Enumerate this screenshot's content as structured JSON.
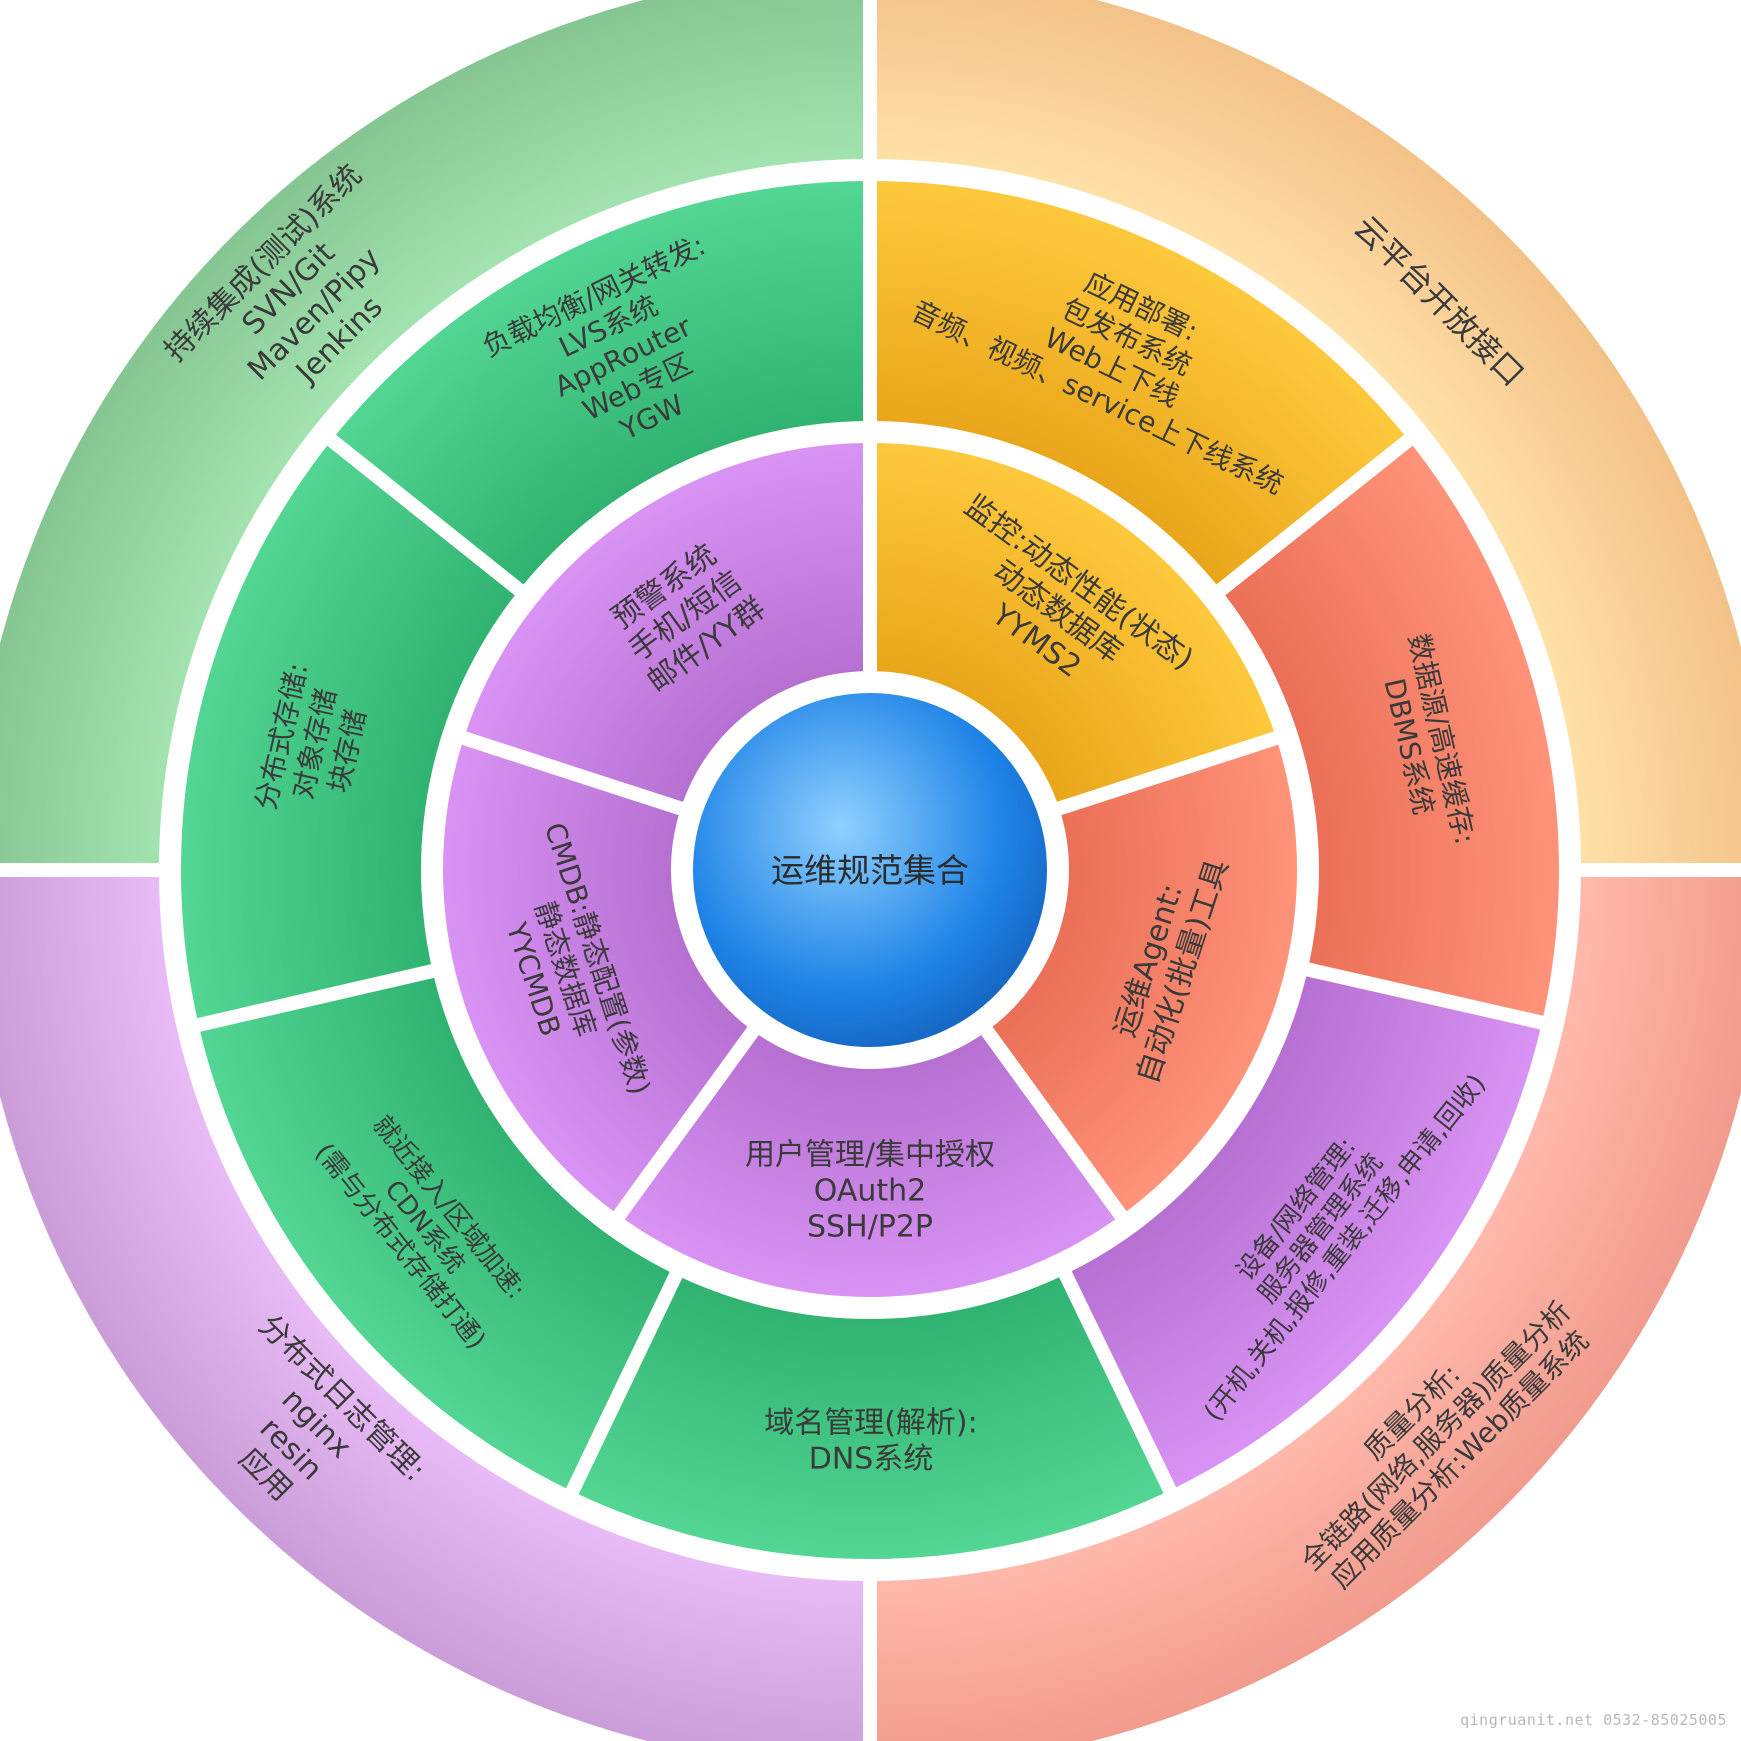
{
  "center": {
    "label": "运维规范集合",
    "color_light": "#8fd0ff",
    "color_dark": "#1e83e6"
  },
  "rings": [
    {
      "name": "inner",
      "segments": [
        {
          "id": "alert",
          "color": "#c57fe0",
          "lines": [
            "预警系统",
            "手机/短信",
            "邮件/YY群"
          ]
        },
        {
          "id": "monitor",
          "color": "#f8b529",
          "lines": [
            "监控:动态性能(状态)",
            "动态数据库",
            "YYMS2"
          ]
        },
        {
          "id": "agent",
          "color": "#f97f66",
          "lines": [
            "运维Agent:",
            "自动化(批量)工具"
          ]
        },
        {
          "id": "user-auth",
          "color": "#c57fe0",
          "lines": [
            "用户管理/集中授权",
            "OAuth2",
            "SSH/P2P"
          ]
        },
        {
          "id": "cmdb",
          "color": "#c57fe0",
          "lines": [
            "CMDB:静态配置(参数)",
            "静态数据库",
            "YYCMDB"
          ]
        }
      ]
    },
    {
      "name": "middle",
      "segments": [
        {
          "id": "load-balance",
          "color": "#3fc27f",
          "lines": [
            "负载均衡/网关转发:",
            "LVS系统",
            "AppRouter",
            "Web专区",
            "YGW"
          ]
        },
        {
          "id": "app-deploy",
          "color": "#f8b529",
          "lines": [
            "应用部署:",
            "包发布系统",
            "Web上下线",
            "音频、视频、service上下线系统"
          ]
        },
        {
          "id": "datasource",
          "color": "#f97f66",
          "lines": [
            "数据源/高速缓存:",
            "DBMS系统"
          ]
        },
        {
          "id": "device-mgmt",
          "color": "#c57fe0",
          "lines": [
            "设备/网络管理:",
            "服务器管理系统",
            "(开机,关机,报修,重装,迁移,申请,回收)"
          ]
        },
        {
          "id": "dns",
          "color": "#3fc27f",
          "lines": [
            "域名管理(解析):",
            "DNS系统"
          ]
        },
        {
          "id": "cdn",
          "color": "#3fc27f",
          "lines": [
            "就近接入/区域加速:",
            "CDN系统",
            "(需与分布式存储打通)"
          ]
        },
        {
          "id": "storage",
          "color": "#3fc27f",
          "lines": [
            "分布式存储:",
            "对象存储",
            "块存储"
          ]
        }
      ]
    },
    {
      "name": "outer",
      "segments": [
        {
          "id": "ci",
          "color": "#8fcf9c",
          "lines": [
            "持续集成(测试)系统",
            "SVN/Git",
            "Maven/Pipy",
            "Jenkins"
          ]
        },
        {
          "id": "cloud-api",
          "color": "#fdcc93",
          "lines": [
            "云平台开放接口"
          ]
        },
        {
          "id": "quality",
          "color": "#fba597",
          "lines": [
            "质量分析:",
            "全链路(网络,服务器)质量分析",
            "应用质量分析:Web质量系统"
          ]
        },
        {
          "id": "log-mgmt",
          "color": "#d4a7e2",
          "lines": [
            "分布式日志管理:",
            "nginx",
            "resin",
            "应用"
          ]
        }
      ]
    }
  ],
  "watermark": "qingruanit.net 0532-85025005"
}
